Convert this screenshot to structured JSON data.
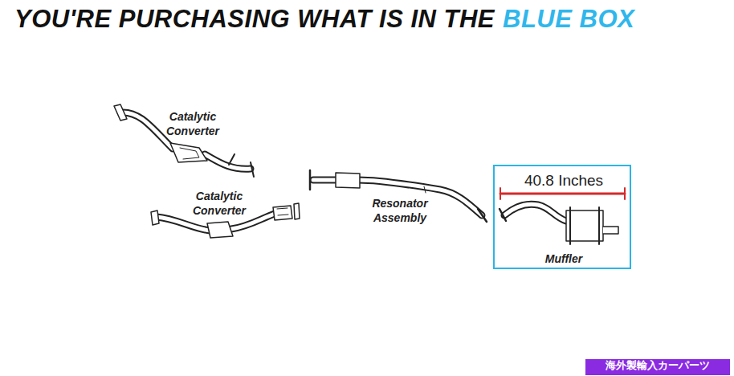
{
  "diagram": {
    "title": "YOU'RE PURCHASING WHAT IS IN THE",
    "nodes": [
      {
        "text": [
          "40.8 Inches",
          "Muffler"
        ]
      },
      {
        "text": [
          "海外製輸入カーパーツ"
        ]
      }
    ],
    "labels": [
      "BLUE BOX",
      "Catalytic Converter",
      "Catalytic Converter",
      "Resonator Assembly"
    ]
  }
}
